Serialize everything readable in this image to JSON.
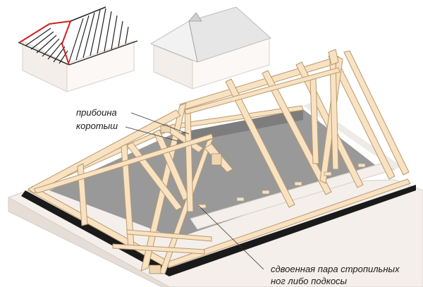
{
  "labels": {
    "priboina": "прибоина",
    "korotysh": "коротыш",
    "doubled_line1": "сдвоенная пара стропильных",
    "doubled_line2": "ног либо подкосы"
  },
  "colors": {
    "timber_fill": "#f9e2c2",
    "timber_stroke": "#b79a6e",
    "wall": "#f3eeea",
    "wall_dark": "#e3dcd5",
    "interior": "#9b9b9b",
    "mauerlat": "#1a1a1a",
    "hip_highlight": "#d42020",
    "roof_grey": "#e8e8e8",
    "leader": "#333333"
  }
}
